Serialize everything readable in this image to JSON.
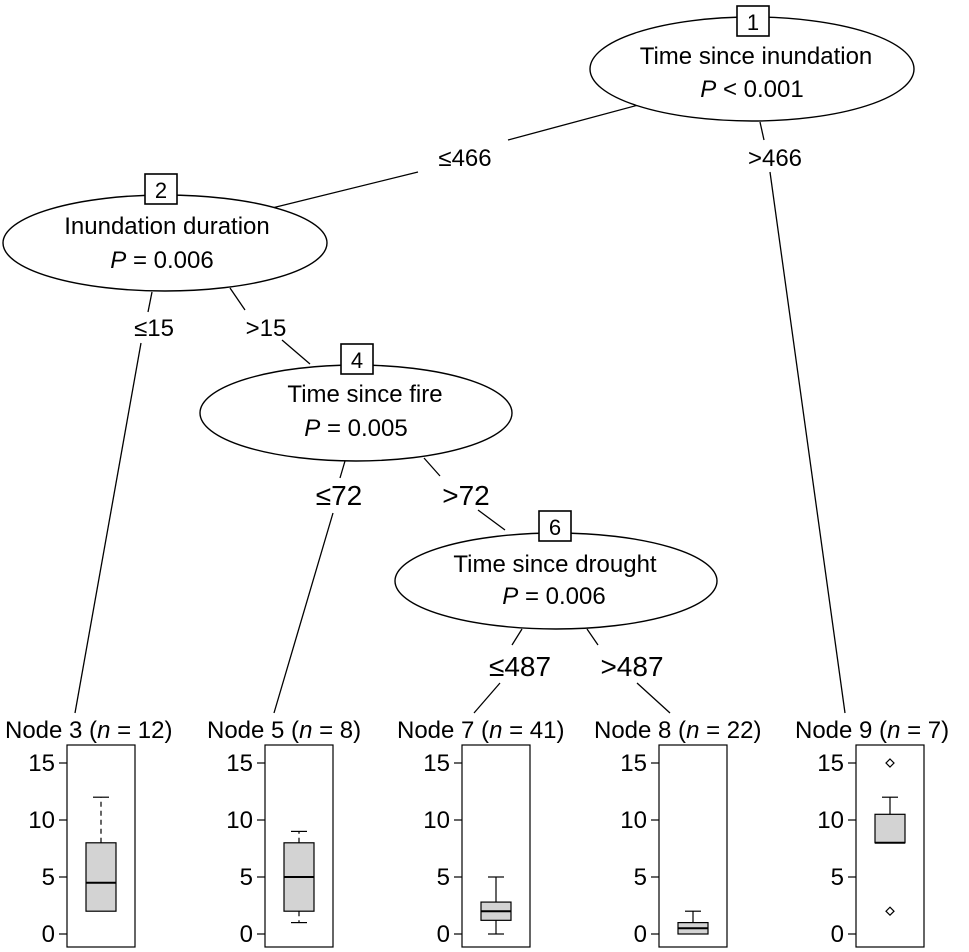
{
  "tree": {
    "inner_nodes": [
      {
        "id": "1",
        "variable": "Time since inundation",
        "p_label": "P",
        "p_value": " < 0.001"
      },
      {
        "id": "2",
        "variable": "Inundation duration",
        "p_label": "P",
        "p_value": " = 0.006"
      },
      {
        "id": "4",
        "variable": "Time since fire",
        "p_label": "P",
        "p_value": " = 0.005"
      },
      {
        "id": "6",
        "variable": "Time since drought",
        "p_label": "P",
        "p_value": " = 0.006"
      }
    ],
    "splits": [
      {
        "label": "≤466"
      },
      {
        "label": ">466"
      },
      {
        "label": "≤15"
      },
      {
        "label": ">15"
      },
      {
        "label": "≤72"
      },
      {
        "label": ">72"
      },
      {
        "label": "≤487"
      },
      {
        "label": ">487"
      }
    ],
    "terminal_nodes": [
      {
        "prefix": "Node 3 (",
        "n_label": "n",
        "suffix": " = 12)",
        "n": 12,
        "box": {
          "whisker_low": 2,
          "q1": 2,
          "median": 4.5,
          "q3": 8,
          "whisker_high": 12,
          "outliers": []
        }
      },
      {
        "prefix": "Node 5 (",
        "n_label": "n",
        "suffix": " = 8)",
        "n": 8,
        "box": {
          "whisker_low": 1,
          "q1": 2,
          "median": 5,
          "q3": 8,
          "whisker_high": 9,
          "outliers": []
        }
      },
      {
        "prefix": "Node 7 (",
        "n_label": "n",
        "suffix": " = 41)",
        "n": 41,
        "box": {
          "whisker_low": 0,
          "q1": 1.2,
          "median": 2,
          "q3": 2.8,
          "whisker_high": 5,
          "outliers": []
        }
      },
      {
        "prefix": "Node 8 (",
        "n_label": "n",
        "suffix": " = 22)",
        "n": 22,
        "box": {
          "whisker_low": 0,
          "q1": 0,
          "median": 0.5,
          "q3": 1,
          "whisker_high": 2,
          "outliers": []
        }
      },
      {
        "prefix": "Node 9 (",
        "n_label": "n",
        "suffix": " = 7)",
        "n": 7,
        "box": {
          "whisker_low": 8,
          "q1": 8,
          "median": 8,
          "q3": 10.5,
          "whisker_high": 12,
          "outliers": [
            2,
            15
          ]
        }
      }
    ],
    "y_ticks": [
      "0",
      "5",
      "10",
      "15"
    ],
    "y_range": [
      0,
      16
    ]
  }
}
